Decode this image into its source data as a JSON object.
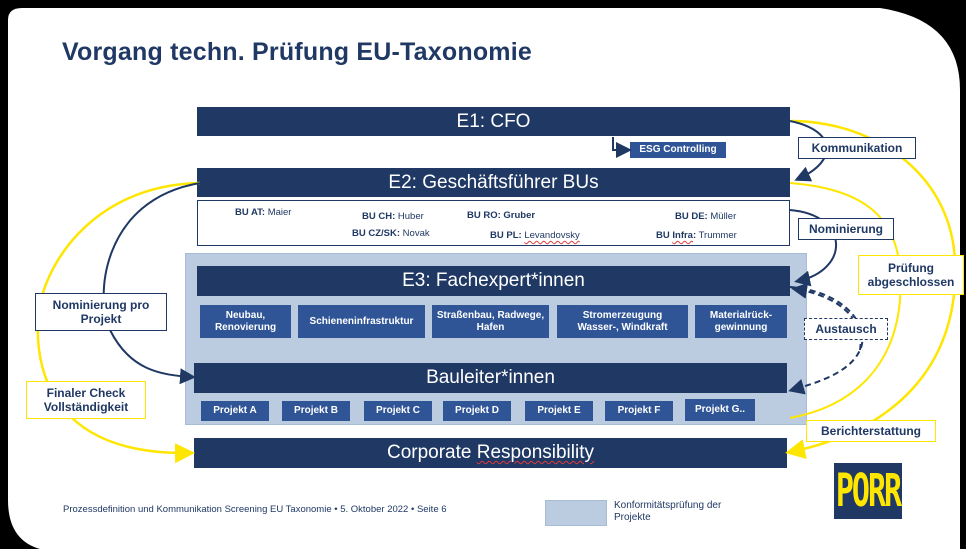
{
  "title": "Vorgang techn. Prüfung EU-Taxonomie",
  "levels": {
    "e1": "E1: CFO",
    "esg": "ESG Controlling",
    "e2": "E2: Geschäftsführer BUs",
    "e3": "E3: Fachexpert*innen",
    "bauleiter": "Bauleiter*innen",
    "cr_prefix": "Corporate ",
    "cr_word": "Responsibility"
  },
  "bus": [
    {
      "key": "BU AT:",
      "name": "Maier"
    },
    {
      "key": "BU CH:",
      "name": "Huber"
    },
    {
      "key": "BU RO:",
      "name": "Gruber"
    },
    {
      "key": "BU DE:",
      "name": "Müller"
    },
    {
      "key": "BU CZ/SK:",
      "name": "Novak"
    },
    {
      "key": "BU PL:",
      "name": "Levandovsky"
    },
    {
      "key": "BU",
      "key2": "Infra",
      "name": "Trummer"
    }
  ],
  "expert_areas": [
    "Neubau,\nRenovierung",
    "Schieneninfrastruktur",
    "Straßenbau, Radwege,\nHafen",
    "Stromerzeugung\nWasser-, Windkraft",
    "Materialrück-\ngewinnung"
  ],
  "projects": [
    "Projekt A",
    "Projekt B",
    "Projekt C",
    "Projekt D",
    "Projekt E",
    "Projekt F",
    "Projekt G.."
  ],
  "side_labels": {
    "kommunikation": "Kommunikation",
    "nominierung": "Nominierung",
    "pruefung": "Prüfung\nabgeschlossen",
    "austausch": "Austausch",
    "berichterstattung": "Berichterstattung",
    "nominierung_projekt": "Nominierung pro\nProjekt",
    "finaler_check": "Finaler Check\nVollständigkeit"
  },
  "footer": "Prozessdefinition und Kommunikation Screening EU Taxonomie • 5. Oktober 2022 • Seite 6",
  "legend": "Konformitätsprüfung der\nProjekte",
  "logo": "PORR",
  "colors": {
    "navy": "#1F3864",
    "chip": "#2F5597",
    "yellow": "#FFE600",
    "shade": "#BCCCE0"
  }
}
